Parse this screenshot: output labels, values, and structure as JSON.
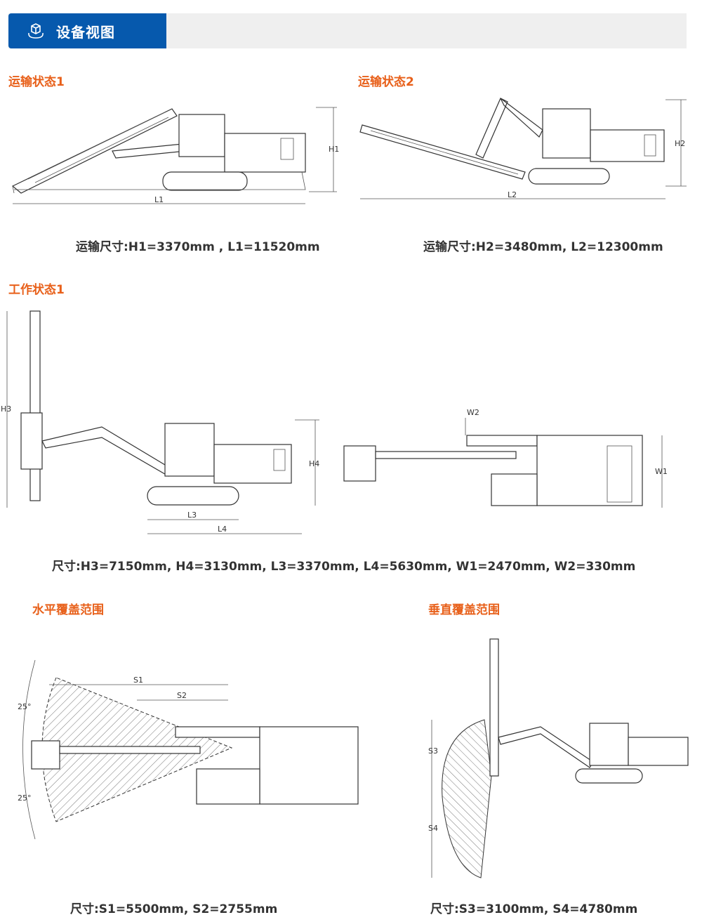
{
  "header": {
    "title": "设备视图",
    "icon": "cube-rotate-icon"
  },
  "sections": {
    "transport1": {
      "title": "运输状态1",
      "caption": "运输尺寸:H1=3370mm , L1=11520mm",
      "labels": {
        "h": "H1",
        "l": "L1"
      }
    },
    "transport2": {
      "title": "运输状态2",
      "caption": "运输尺寸:H2=3480mm, L2=12300mm",
      "labels": {
        "h": "H2",
        "l": "L2"
      }
    },
    "work1": {
      "title": "工作状态1",
      "caption": "尺寸:H3=7150mm, H4=3130mm, L3=3370mm, L4=5630mm, W1=2470mm, W2=330mm",
      "labels": {
        "h3": "H3",
        "h4": "H4",
        "l3": "L3",
        "l4": "L4",
        "w1": "W1",
        "w2": "W2"
      }
    },
    "horizontal": {
      "title": "水平覆盖范围",
      "caption": "尺寸:S1=5500mm, S2=2755mm",
      "labels": {
        "s1": "S1",
        "s2": "S2",
        "a1": "25°",
        "a2": "25°"
      }
    },
    "vertical": {
      "title": "垂直覆盖范围",
      "caption": "尺寸:S3=3100mm, S4=4780mm",
      "labels": {
        "s3": "S3",
        "s4": "S4"
      }
    }
  },
  "colors": {
    "brand": "#0659ad",
    "accent": "#e8601a"
  }
}
